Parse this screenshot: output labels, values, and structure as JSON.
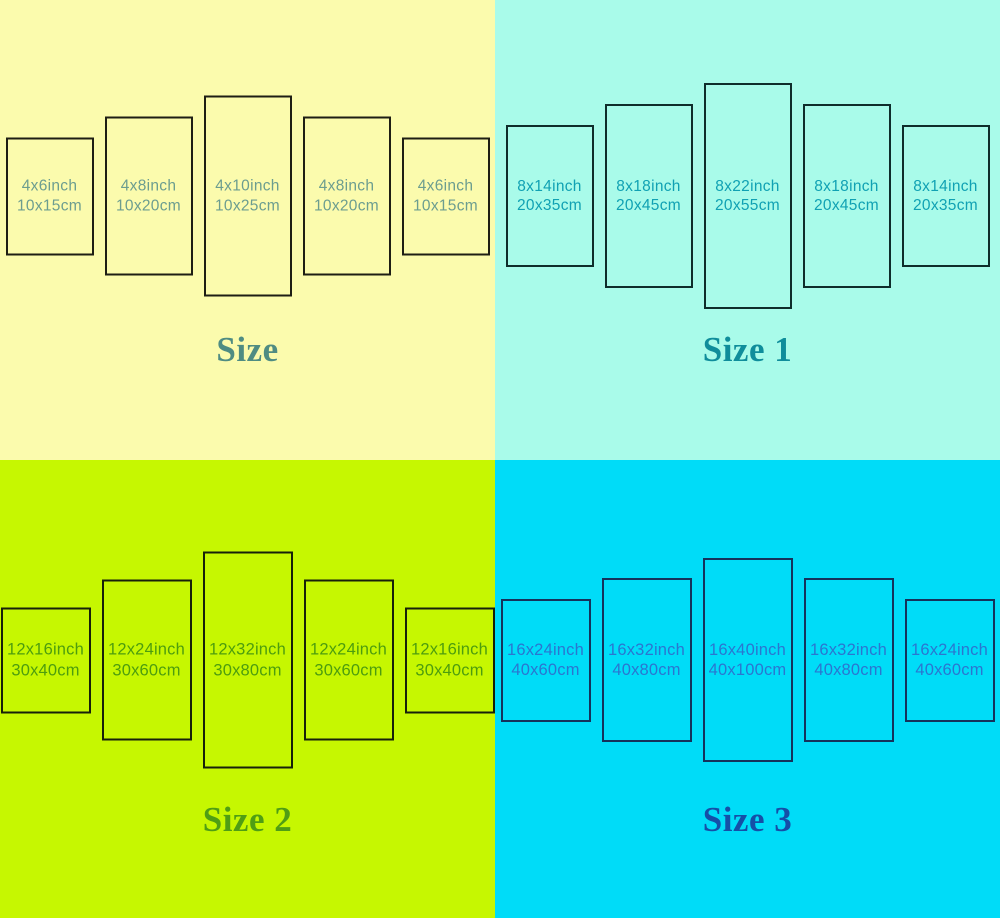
{
  "quadrants": [
    {
      "title": "Size",
      "colors": {
        "background": "#FBFBAD",
        "label_text": "#6C9D8F",
        "title_text": "#4F8C82",
        "panel_border": "#1E1E14"
      },
      "panels": [
        {
          "inch": "4x6inch",
          "cm": "10x15cm"
        },
        {
          "inch": "4x8inch",
          "cm": "10x20cm"
        },
        {
          "inch": "4x10inch",
          "cm": "10x25cm"
        },
        {
          "inch": "4x8inch",
          "cm": "10x20cm"
        },
        {
          "inch": "4x6inch",
          "cm": "10x15cm"
        }
      ]
    },
    {
      "title": "Size 1",
      "colors": {
        "background": "#A9FBEA",
        "label_text": "#10A1B3",
        "title_text": "#0F8D9B",
        "panel_border": "#0E2D2B"
      },
      "panels": [
        {
          "inch": "8x14inch",
          "cm": "20x35cm"
        },
        {
          "inch": "8x18inch",
          "cm": "20x45cm"
        },
        {
          "inch": "8x22inch",
          "cm": "20x55cm"
        },
        {
          "inch": "8x18inch",
          "cm": "20x45cm"
        },
        {
          "inch": "8x14inch",
          "cm": "20x35cm"
        }
      ]
    },
    {
      "title": "Size 2",
      "colors": {
        "background": "#C6F701",
        "label_text": "#4D9D0E",
        "title_text": "#4F9E14",
        "panel_border": "#17200A"
      },
      "panels": [
        {
          "inch": "12x16inch",
          "cm": "30x40cm"
        },
        {
          "inch": "12x24inch",
          "cm": "30x60cm"
        },
        {
          "inch": "12x32inch",
          "cm": "30x80cm"
        },
        {
          "inch": "12x24inch",
          "cm": "30x60cm"
        },
        {
          "inch": "12x16inch",
          "cm": "30x40cm"
        }
      ]
    },
    {
      "title": "Size 3",
      "colors": {
        "background": "#00DCF8",
        "label_text": "#2A76D0",
        "title_text": "#154FA7",
        "panel_border": "#15325B"
      },
      "panels": [
        {
          "inch": "16x24inch",
          "cm": "40x60cm"
        },
        {
          "inch": "16x32inch",
          "cm": "40x80cm"
        },
        {
          "inch": "16x40inch",
          "cm": "40x100cm"
        },
        {
          "inch": "16x32inch",
          "cm": "40x80cm"
        },
        {
          "inch": "16x24inch",
          "cm": "40x60cm"
        }
      ]
    }
  ]
}
